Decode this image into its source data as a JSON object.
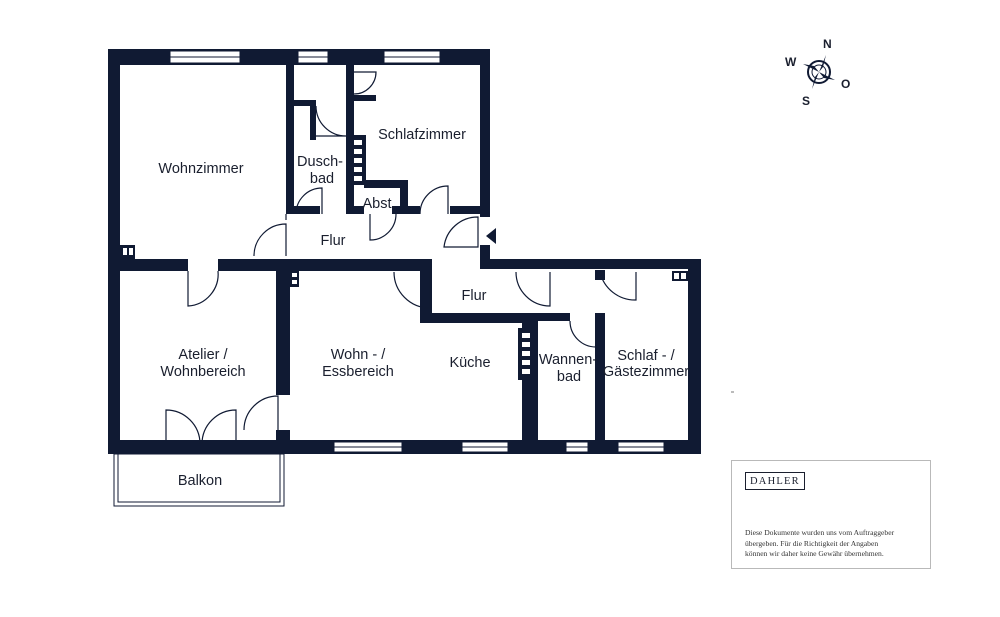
{
  "colors": {
    "wall": "#101a33",
    "window": "#ffffff",
    "text": "#1a1f2e"
  },
  "rooms": {
    "wohnzimmer": "Wohnzimmer",
    "duschbad_1": "Dusch-",
    "duschbad_2": "bad",
    "schlafzimmer": "Schlafzimmer",
    "abst": "Abst.",
    "flur_top": "Flur",
    "flur_mid": "Flur",
    "atelier_1": "Atelier /",
    "atelier_2": "Wohnbereich",
    "wohn_ess_1": "Wohn - /",
    "wohn_ess_2": "Essbereich",
    "kueche": "Küche",
    "wannenbad_1": "Wannen-",
    "wannenbad_2": "bad",
    "gaeste_1": "Schlaf - /",
    "gaeste_2": "Gästezimmer",
    "balkon": "Balkon"
  },
  "compass": {
    "north": "N",
    "south": "S",
    "west": "W",
    "east": "O",
    "icon": "compass-icon"
  },
  "card": {
    "logo": "DAHLER",
    "disclaimer_1": "Diese Dokumente wurden uns vom Auftraggeber",
    "disclaimer_2": "übergeben. Für die Richtigkeit der Angaben",
    "disclaimer_3": "können wir daher keine Gewähr übernehmen."
  }
}
